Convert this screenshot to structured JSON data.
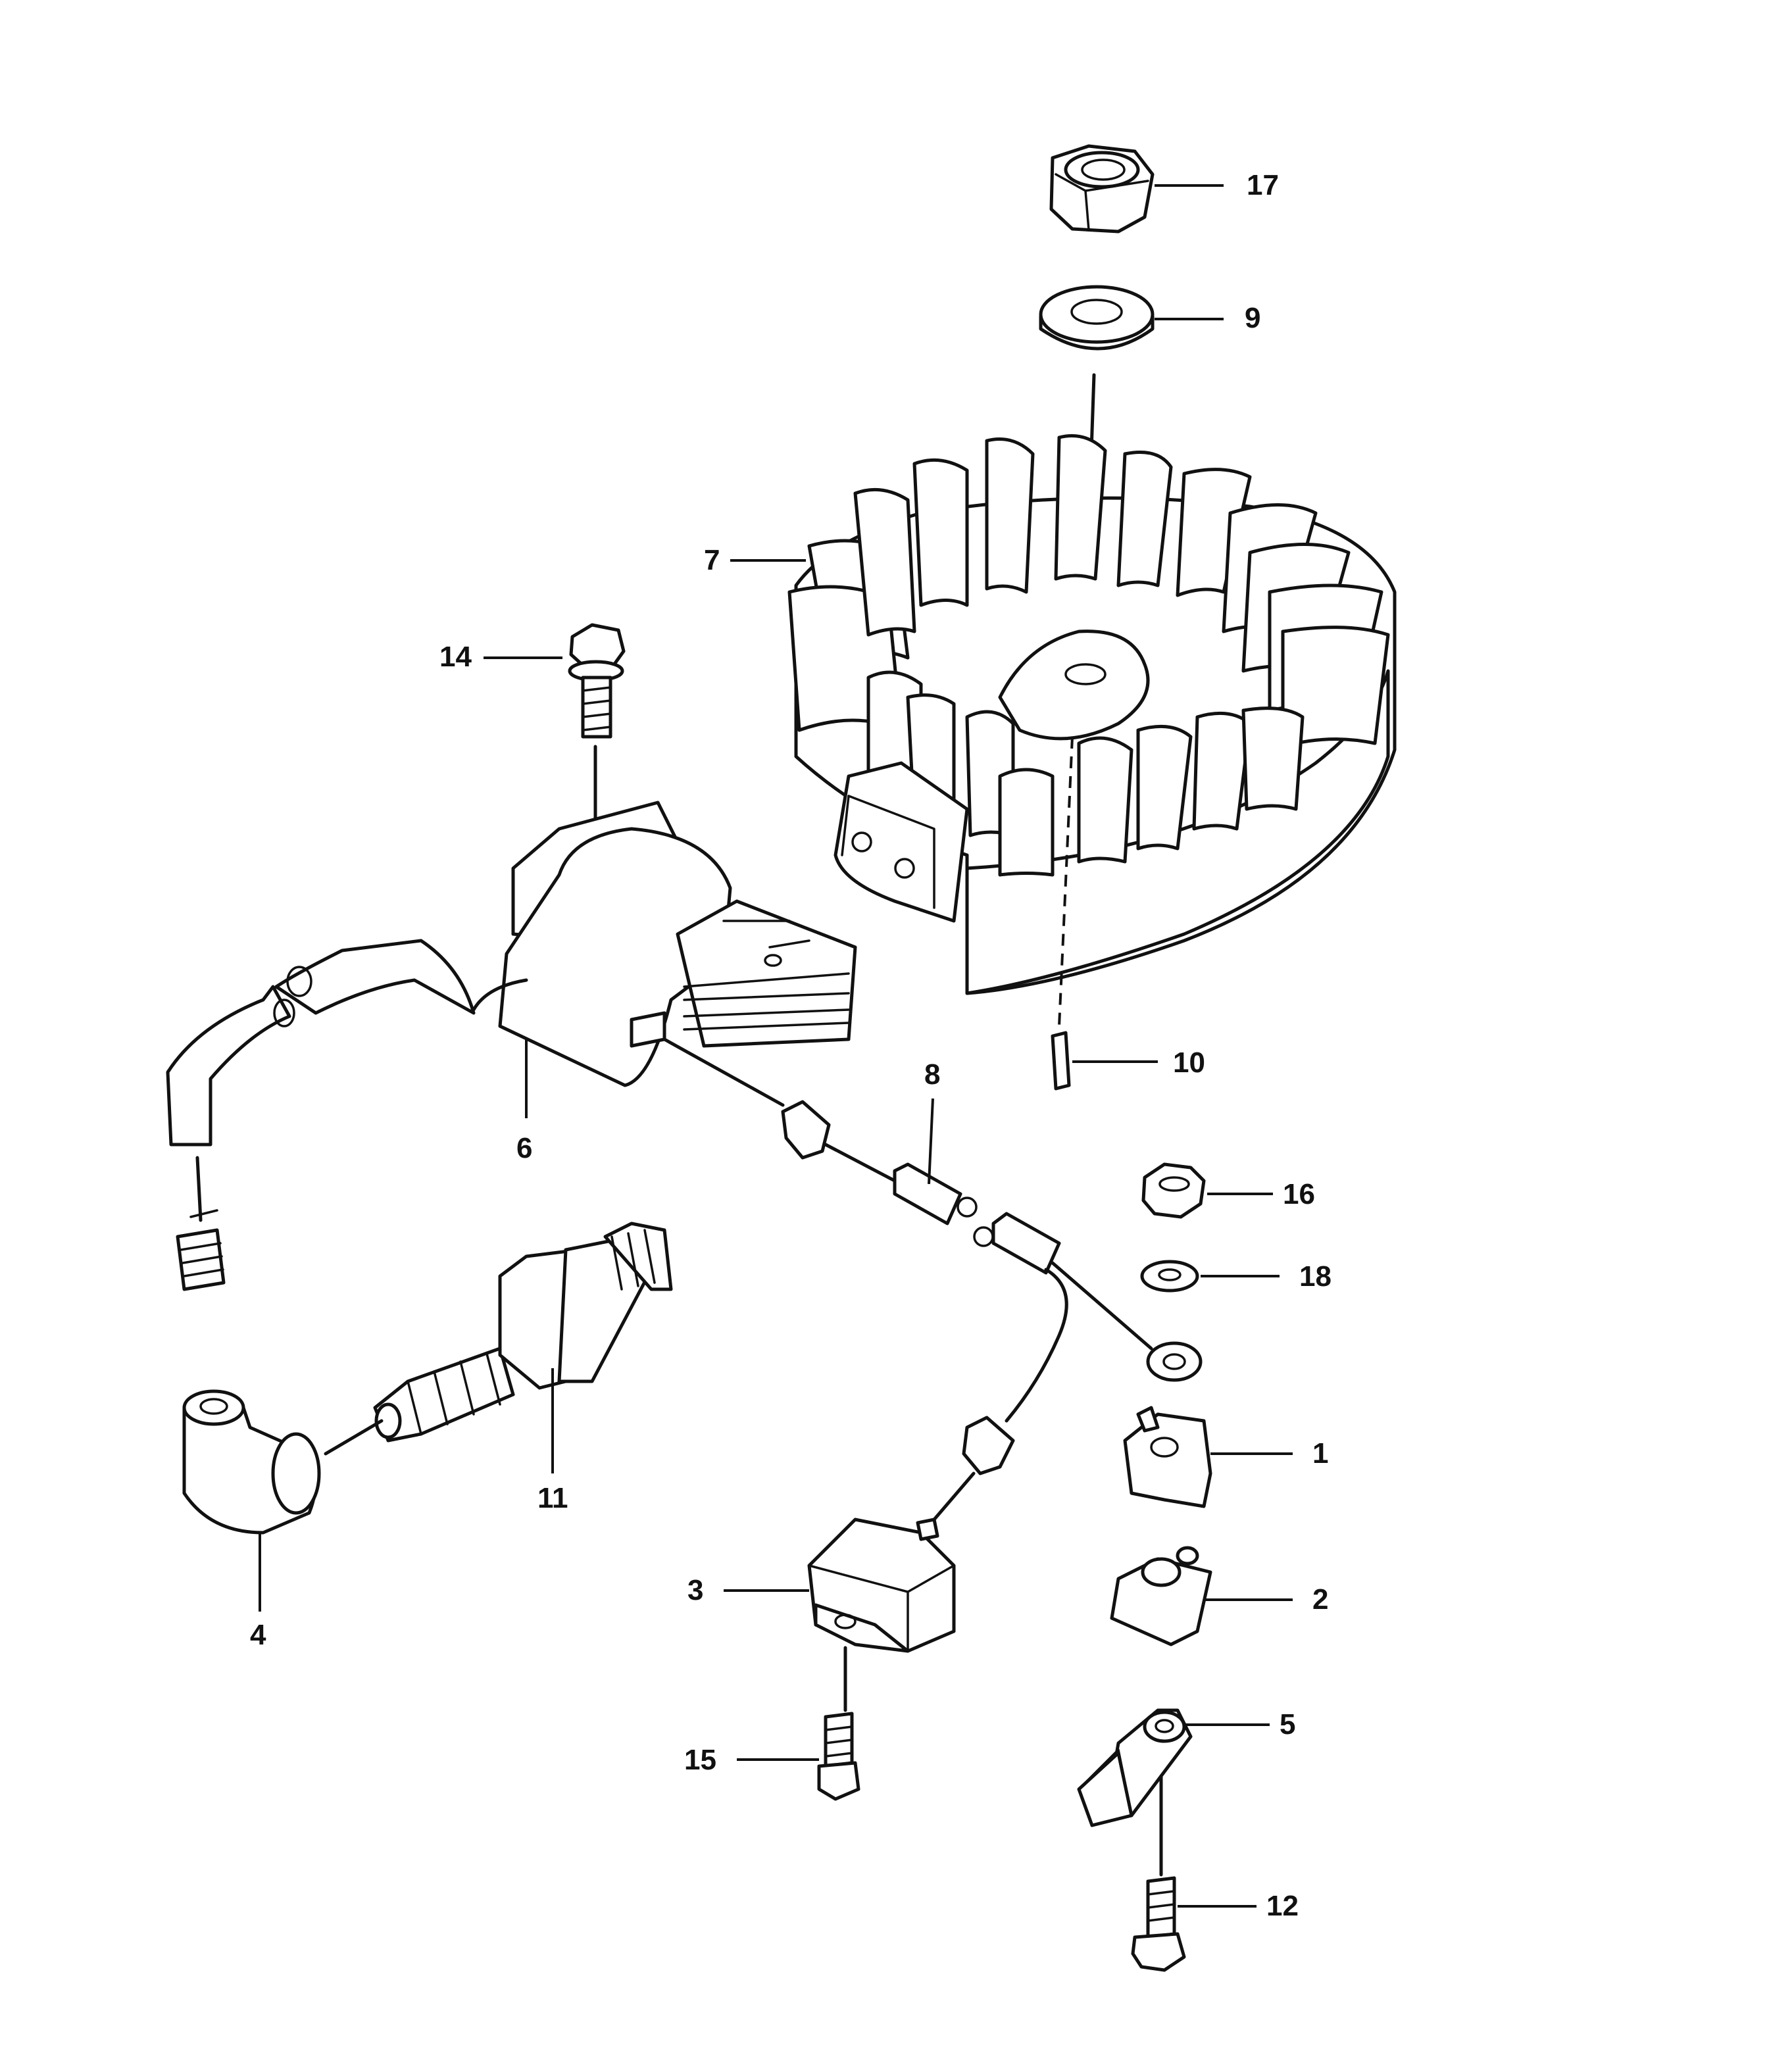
{
  "callouts": {
    "c1": "1",
    "c2": "2",
    "c3": "3",
    "c4": "4",
    "c5": "5",
    "c6": "6",
    "c7": "7",
    "c8": "8",
    "c9": "9",
    "c10": "10",
    "c11": "11",
    "c12": "12",
    "c14": "14",
    "c15": "15",
    "c16": "16",
    "c17": "17",
    "c18": "18"
  }
}
